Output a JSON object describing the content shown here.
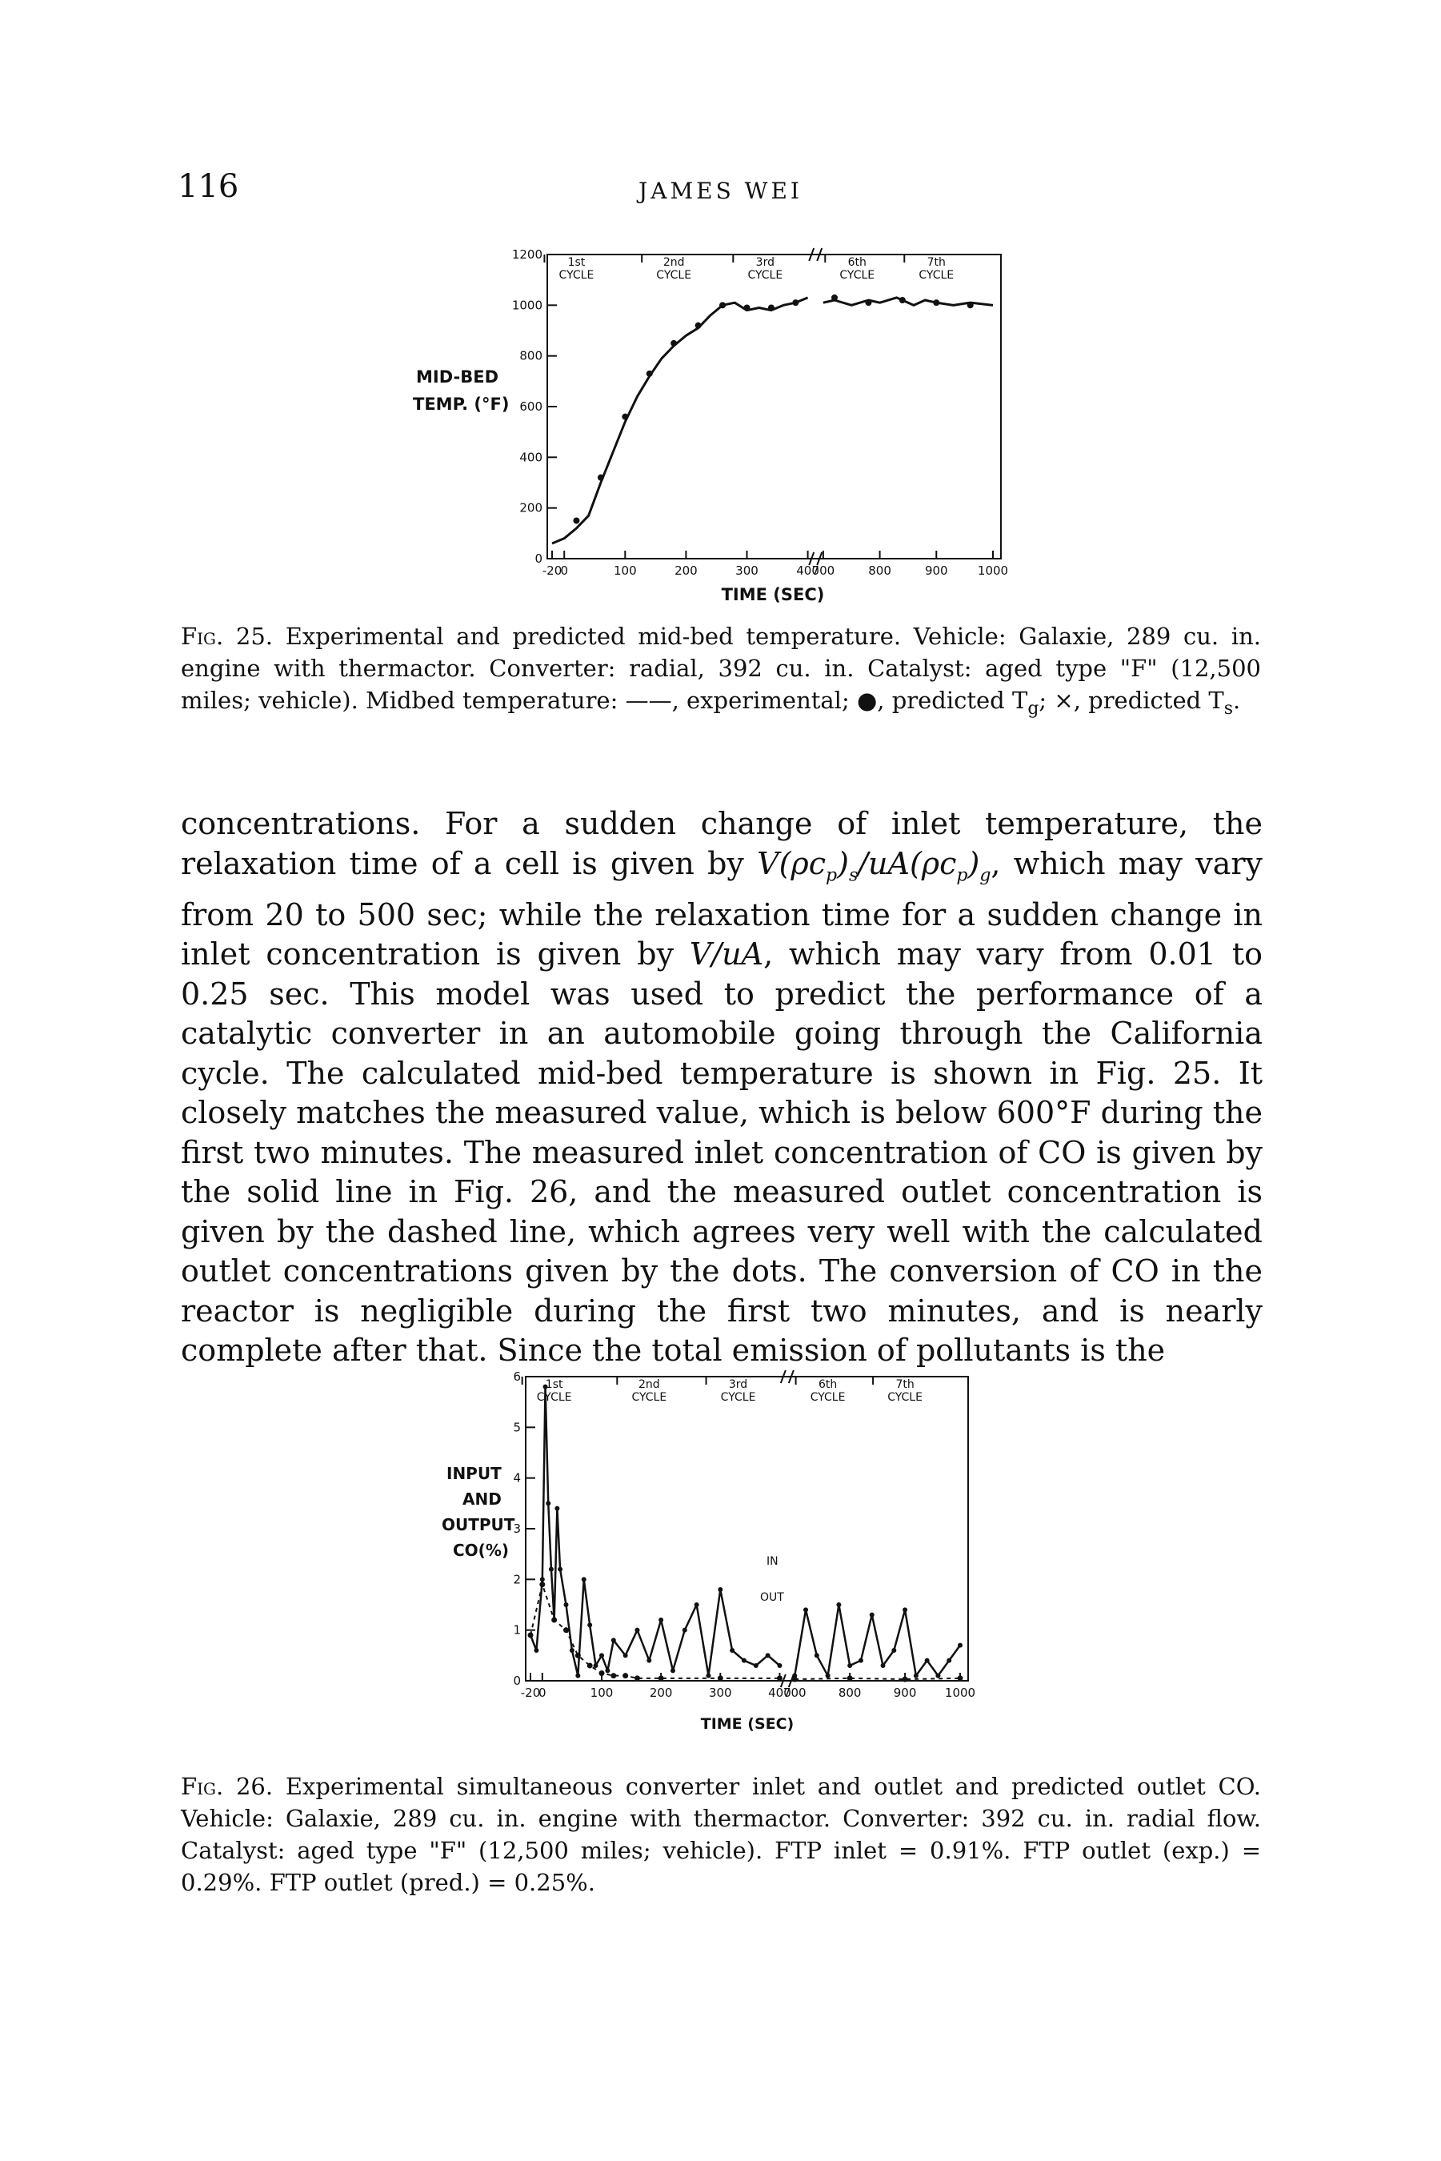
{
  "header": {
    "page_number": "116",
    "running_head": "JAMES WEI"
  },
  "fig25": {
    "y_label_lines": [
      "MID-BED",
      "TEMP. (°F)"
    ],
    "x_label": "TIME (SEC)",
    "cycle_labels": [
      {
        "top": "1st",
        "bottom": "CYCLE"
      },
      {
        "top": "2nd",
        "bottom": "CYCLE"
      },
      {
        "top": "3rd",
        "bottom": "CYCLE"
      },
      {
        "top": "6th",
        "bottom": "CYCLE"
      },
      {
        "top": "7th",
        "bottom": "CYCLE"
      }
    ],
    "caption": {
      "fig": "Fig. 25.",
      "text": " Experimental and predicted mid-bed temperature. Vehicle: Galaxie, 289 cu. in. engine with thermactor. Converter: radial, 392 cu. in. Catalyst: aged type \"F\" (12,500 miles; vehicle). Midbed temperature: ——, experimental; ●, predicted T",
      "sub1": "g",
      "mid": "; ×, predicted T",
      "sub2": "s",
      "end": "."
    }
  },
  "body": {
    "p1_a": "concentrations. For a sudden change of inlet temperature, the relaxation time of a cell is given by ",
    "formula1": "V(ρc",
    "f1_sub1": "p",
    "f1_mid": ")",
    "f1_sub2": "s",
    "f1_rest": "/uA(ρc",
    "f1_sub3": "p",
    "f1_mid2": ")",
    "f1_sub4": "g",
    "p1_b": ", which may vary from 20 to 500 sec; while the relaxation time for a sudden change in inlet concentration is given by ",
    "formula2": "V/uA",
    "p1_c": ", which may vary from 0.01 to 0.25 sec. This model was used to predict the performance of a catalytic converter in an automobile going through the California cycle. The calculated mid-bed temperature is shown in Fig. 25. It closely matches the measured value, which is below 600°F during the first two minutes. The measured inlet concentration of CO is given by the solid line in Fig. 26, and the measured outlet concentration is given by the dashed line, which agrees very well with the calculated outlet concentrations given by the dots. The conversion of CO in the reactor is negligible during the first two minutes, and is nearly complete after that. Since the total emission of pollutants is the"
  },
  "fig26": {
    "y_label_lines": [
      "INPUT",
      "AND",
      "OUTPUT",
      "CO(%)"
    ],
    "x_label": "TIME (SEC)",
    "in_label": "IN",
    "out_label": "OUT",
    "cycle_labels": [
      {
        "top": "1st",
        "bottom": "CYCLE"
      },
      {
        "top": "2nd",
        "bottom": "CYCLE"
      },
      {
        "top": "3rd",
        "bottom": "CYCLE"
      },
      {
        "top": "6th",
        "bottom": "CYCLE"
      },
      {
        "top": "7th",
        "bottom": "CYCLE"
      }
    ],
    "caption": {
      "fig": "Fig. 26.",
      "text": " Experimental simultaneous converter inlet and outlet and predicted outlet CO. Vehicle: Galaxie, 289 cu. in. engine with thermactor. Converter: 392 cu. in. radial flow. Catalyst: aged type \"F\" (12,500 miles; vehicle). FTP inlet = 0.91%. FTP outlet (exp.) = 0.29%. FTP outlet (pred.) = 0.25%."
    }
  },
  "chart_data": [
    {
      "type": "line",
      "xlabel": "TIME (SEC)",
      "ylabel": "MID-BED TEMP. (°F)",
      "x_ticks": [
        "-20",
        "0",
        "100",
        "200",
        "300",
        "400",
        "700",
        "800",
        "900",
        "1000"
      ],
      "y_ticks": [
        "0",
        "200",
        "400",
        "600",
        "800",
        "1000",
        "1200"
      ],
      "ylim": [
        0,
        1200
      ],
      "axis_break_between": [
        400,
        700
      ],
      "series": [
        {
          "name": "experimental",
          "x": [
            -20,
            0,
            20,
            40,
            60,
            80,
            100,
            120,
            140,
            160,
            180,
            200,
            220,
            240,
            260,
            280,
            300,
            320,
            340,
            360,
            380,
            400,
            700,
            720,
            750,
            780,
            800,
            830,
            860,
            880,
            900,
            930,
            960,
            1000
          ],
          "y": [
            60,
            80,
            120,
            170,
            300,
            420,
            540,
            640,
            720,
            790,
            840,
            880,
            910,
            960,
            1000,
            1010,
            980,
            990,
            980,
            1000,
            1010,
            1030,
            1010,
            1020,
            1000,
            1020,
            1010,
            1030,
            1000,
            1020,
            1010,
            1000,
            1010,
            1000
          ]
        },
        {
          "name": "predicted Tg",
          "x": [
            20,
            60,
            100,
            140,
            180,
            220,
            260,
            300,
            340,
            380,
            720,
            780,
            840,
            900,
            960
          ],
          "y": [
            150,
            320,
            560,
            730,
            850,
            920,
            1000,
            990,
            990,
            1010,
            1030,
            1010,
            1020,
            1010,
            1000
          ]
        }
      ]
    },
    {
      "type": "line",
      "xlabel": "TIME (SEC)",
      "ylabel": "INPUT AND OUTPUT CO(%)",
      "x_ticks": [
        "-20",
        "0",
        "100",
        "200",
        "300",
        "400",
        "700",
        "800",
        "900",
        "1000"
      ],
      "y_ticks": [
        "0",
        "1",
        "2",
        "3",
        "4",
        "5",
        "6"
      ],
      "ylim": [
        0,
        6
      ],
      "axis_break_between": [
        400,
        700
      ],
      "series": [
        {
          "name": "IN",
          "x": [
            -20,
            -10,
            0,
            5,
            10,
            15,
            20,
            25,
            30,
            40,
            50,
            60,
            70,
            80,
            90,
            100,
            110,
            120,
            140,
            160,
            180,
            200,
            220,
            240,
            260,
            280,
            300,
            320,
            340,
            360,
            380,
            400,
            700,
            720,
            740,
            760,
            780,
            800,
            820,
            840,
            860,
            880,
            900,
            920,
            940,
            960,
            980,
            1000
          ],
          "y": [
            0.9,
            0.6,
            2.0,
            5.8,
            3.5,
            2.2,
            1.2,
            3.4,
            2.2,
            1.5,
            0.6,
            0.1,
            2.0,
            1.1,
            0.3,
            0.5,
            0.2,
            0.8,
            0.5,
            1.0,
            0.4,
            1.2,
            0.2,
            1.0,
            1.5,
            0.1,
            1.8,
            0.6,
            0.4,
            0.3,
            0.5,
            0.3,
            0.1,
            1.4,
            0.5,
            0.1,
            1.5,
            0.3,
            0.4,
            1.3,
            0.3,
            0.6,
            1.4,
            0.1,
            0.4,
            0.1,
            0.4,
            0.7
          ]
        },
        {
          "name": "OUT",
          "x": [
            -20,
            0,
            20,
            40,
            60,
            80,
            100,
            120,
            140,
            160,
            200,
            300,
            400,
            700,
            800,
            900,
            1000
          ],
          "y": [
            0.9,
            1.9,
            1.2,
            1.0,
            0.5,
            0.3,
            0.15,
            0.1,
            0.1,
            0.05,
            0.05,
            0.05,
            0.05,
            0.03,
            0.05,
            0.03,
            0.05
          ]
        }
      ]
    }
  ]
}
